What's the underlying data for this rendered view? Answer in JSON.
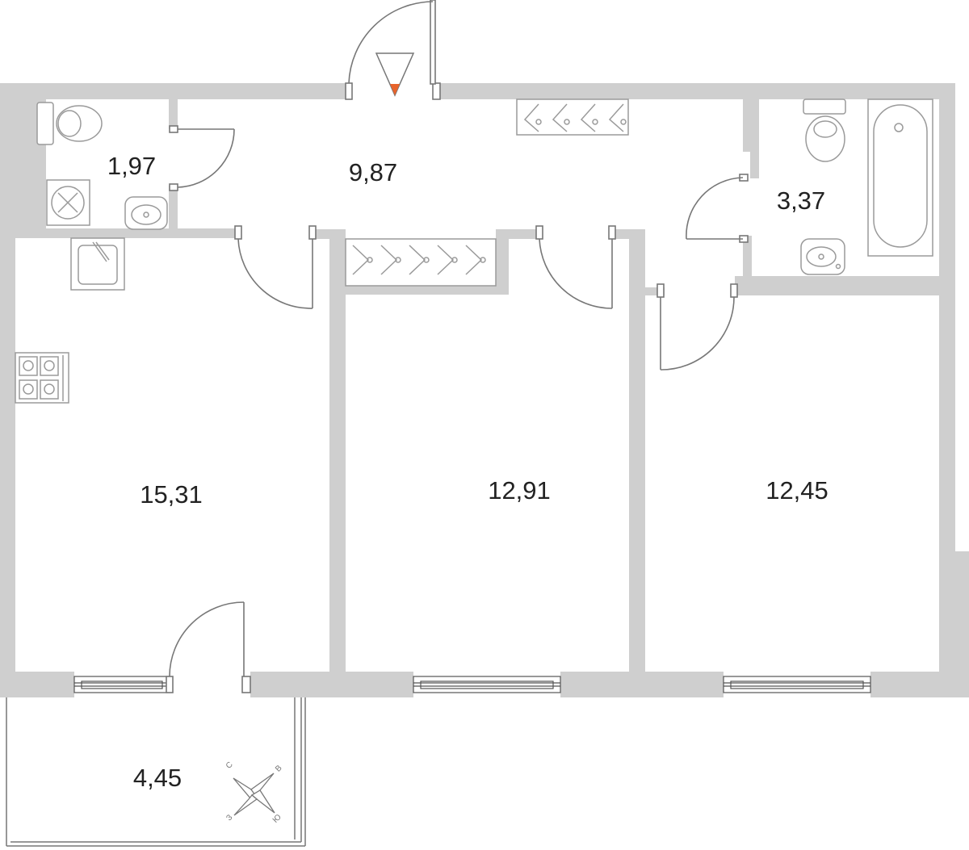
{
  "rooms": [
    {
      "id": "toilet",
      "area": "1,97"
    },
    {
      "id": "hall",
      "area": "9,87"
    },
    {
      "id": "bathroom",
      "area": "3,37"
    },
    {
      "id": "kitchen-living",
      "area": "15,31"
    },
    {
      "id": "bedroom-1",
      "area": "12,91"
    },
    {
      "id": "bedroom-2",
      "area": "12,45"
    },
    {
      "id": "balcony",
      "area": "4,45"
    }
  ],
  "compass": {
    "north": "С",
    "east": "В",
    "south": "Ю",
    "west": "З"
  },
  "colors": {
    "wall": "#cfcfcf",
    "fixture": "#9a9a9a",
    "line": "#777777",
    "entrance_marker": "#e8632b"
  },
  "icons": [
    "entrance-arrow-icon",
    "compass-icon",
    "hanger-icon",
    "toilet-icon",
    "sink-icon",
    "bathtub-icon",
    "stove-icon",
    "washing-machine-icon"
  ]
}
